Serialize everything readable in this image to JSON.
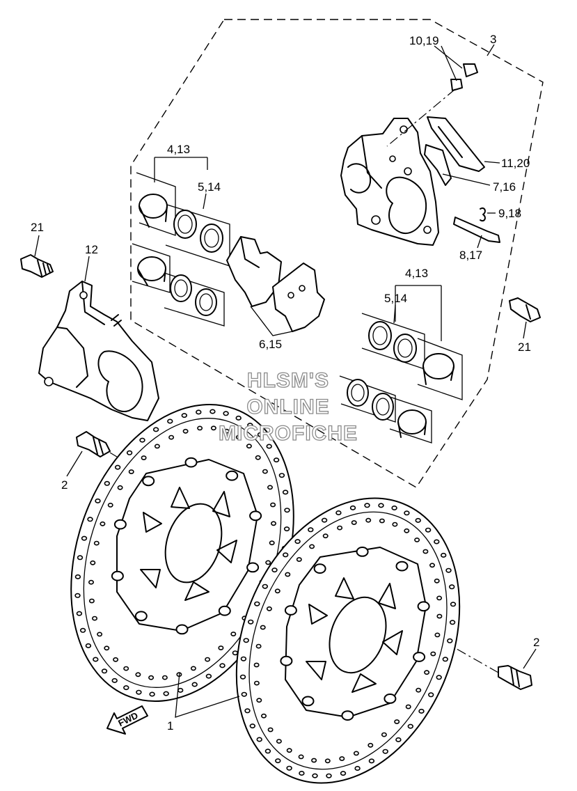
{
  "callouts": {
    "c10_19": "10,19",
    "c3": "3",
    "c4_13_top": "4,13",
    "c5_14_top": "5,14",
    "c11_20": "11,20",
    "c7_16": "7,16",
    "c9_18": "9,18",
    "c8_17": "8,17",
    "c21_left": "21",
    "c12": "12",
    "c4_13_right": "4,13",
    "c5_14_right": "5,14",
    "c6_15": "6,15",
    "c21_right": "21",
    "c2_left": "2",
    "c2_right": "2",
    "c1": "1"
  },
  "watermark": {
    "line1": "HLSM'S",
    "line2": "ONLINE",
    "line3": "MICROFICHE"
  },
  "direction_arrow": {
    "label": "FWD"
  }
}
